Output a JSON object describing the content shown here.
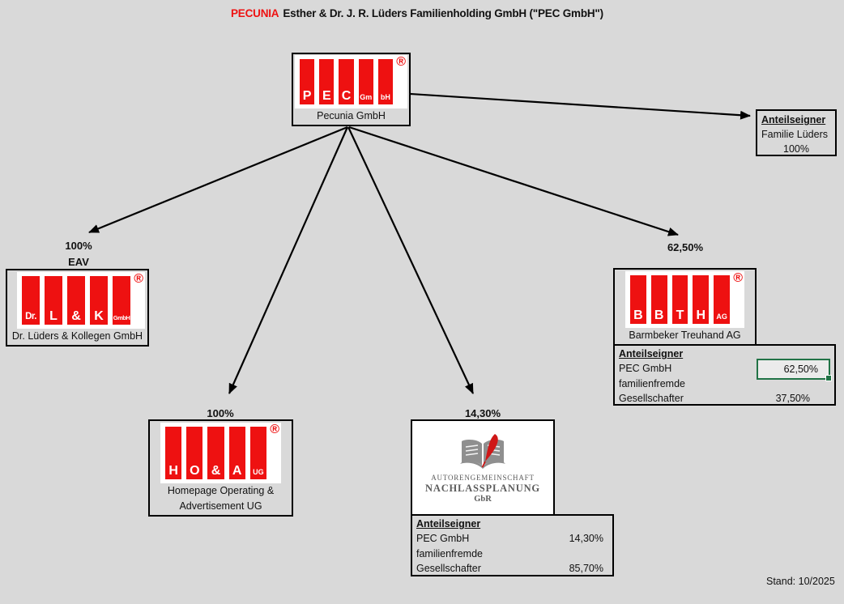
{
  "title": {
    "brand": "PECUNIA",
    "text": "Esther & Dr. J. R. Lüders Familienholding GmbH (\"PEC GmbH\")"
  },
  "footer": {
    "stand": "Stand: 10/2025"
  },
  "colors": {
    "background": "#d9d9d9",
    "logo_red": "#ee1111",
    "selection_green": "#217346",
    "line_black": "#000000"
  },
  "pec": {
    "bars": [
      "P",
      "E",
      "C",
      "Gm",
      "bH"
    ],
    "registered": "®",
    "label": "Pecunia GmbH"
  },
  "family_shareholder": {
    "heading": "Anteilseigner",
    "name": "Familie Lüders",
    "share": "100%"
  },
  "dlk": {
    "pct": "100%",
    "tag": "EAV",
    "bars": [
      "Dr.",
      "L",
      "&",
      "K",
      "GmbH"
    ],
    "registered": "®",
    "label": "Dr. Lüders & Kollegen GmbH"
  },
  "hoa": {
    "pct": "100%",
    "bars": [
      "H",
      "O",
      "&",
      "A",
      "UG"
    ],
    "registered": "®",
    "label_line1": "Homepage Operating &",
    "label_line2": "Advertisement UG"
  },
  "gbr": {
    "pct": "14,30%",
    "logo": {
      "line1": "AUTORENGEMEINSCHAFT",
      "line2": "NACHLASSPLANUNG",
      "line3": "GbR"
    },
    "shareholders": {
      "heading": "Anteilseigner",
      "row1_name": "PEC GmbH",
      "row1_value": "14,30%",
      "row2_name": "familienfremde",
      "row3_name": "Gesellschafter",
      "row3_value": "85,70%"
    }
  },
  "bbth": {
    "pct": "62,50%",
    "bars": [
      "B",
      "B",
      "T",
      "H",
      "AG"
    ],
    "registered": "®",
    "label": "Barmbeker Treuhand AG",
    "shareholders": {
      "heading": "Anteilseigner",
      "row1_name": "PEC GmbH",
      "row1_value": "62,50%",
      "row2_name": "familienfremde",
      "row3_name": "Gesellschafter",
      "row3_value": "37,50%"
    }
  }
}
